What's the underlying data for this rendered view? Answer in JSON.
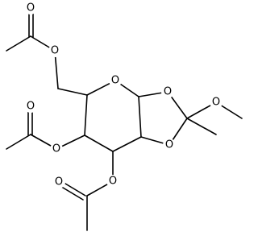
{
  "molecule": {
    "atoms": [
      {
        "id": "O_acyl6_dbl",
        "label": "O"
      },
      {
        "id": "O_acyl6_ester",
        "label": "O"
      },
      {
        "id": "O_ring",
        "label": "O"
      },
      {
        "id": "O_diox_upper",
        "label": "O"
      },
      {
        "id": "O_methoxy",
        "label": "O"
      },
      {
        "id": "O_acyl4_dbl",
        "label": "O"
      },
      {
        "id": "O_acyl4_ester",
        "label": "O"
      },
      {
        "id": "O_diox_lower",
        "label": "O"
      },
      {
        "id": "O_acyl3_ester",
        "label": "O"
      },
      {
        "id": "O_acyl3_dbl",
        "label": "O"
      }
    ]
  }
}
